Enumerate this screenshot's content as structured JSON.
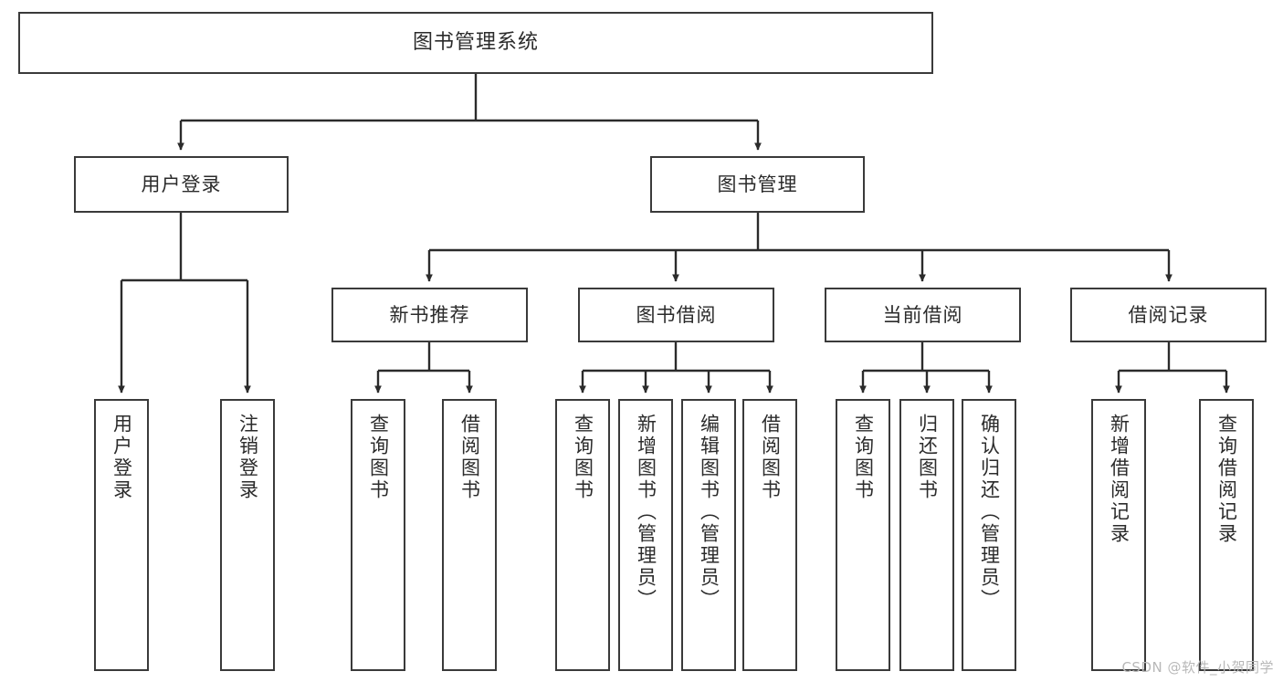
{
  "diagram": {
    "title": "图书管理系统",
    "type": "system-function-structure-tree",
    "style": {
      "box_border_color": "#3a3a3a",
      "box_fill": "#ffffff",
      "line_color": "#2b2b2b",
      "text_color": "#2b2b2b",
      "background": "#ffffff"
    },
    "watermark": "CSDN @软件_小贺同学",
    "nodes": {
      "root": {
        "label": "图书管理系统"
      },
      "level2": [
        {
          "id": "user-login",
          "label": "用户登录"
        },
        {
          "id": "book-manage",
          "label": "图书管理"
        }
      ],
      "level3": [
        {
          "id": "new-book-recommend",
          "label": "新书推荐"
        },
        {
          "id": "book-borrow",
          "label": "图书借阅"
        },
        {
          "id": "current-borrow",
          "label": "当前借阅"
        },
        {
          "id": "borrow-record",
          "label": "借阅记录"
        }
      ],
      "leaves": {
        "user_login": [
          {
            "id": "leaf-user-login",
            "label": "用户登录"
          },
          {
            "id": "leaf-logout-login",
            "label": "注销登录"
          }
        ],
        "new_book_recommend": [
          {
            "id": "leaf-query-book-1",
            "label": "查询图书"
          },
          {
            "id": "leaf-borrow-book-1",
            "label": "借阅图书"
          }
        ],
        "book_borrow": [
          {
            "id": "leaf-query-book-2",
            "label": "查询图书"
          },
          {
            "id": "leaf-add-book",
            "label": "新增图书（管理员）"
          },
          {
            "id": "leaf-edit-book",
            "label": "编辑图书（管理员）"
          },
          {
            "id": "leaf-borrow-book-2",
            "label": "借阅图书"
          }
        ],
        "current_borrow": [
          {
            "id": "leaf-query-book-3",
            "label": "查询图书"
          },
          {
            "id": "leaf-return-book",
            "label": "归还图书"
          },
          {
            "id": "leaf-confirm-return",
            "label": "确认归还（管理员）"
          }
        ],
        "borrow_record": [
          {
            "id": "leaf-add-borrow-record",
            "label": "新增借阅记录"
          },
          {
            "id": "leaf-query-borrow-record",
            "label": "查询借阅记录"
          }
        ]
      }
    }
  }
}
